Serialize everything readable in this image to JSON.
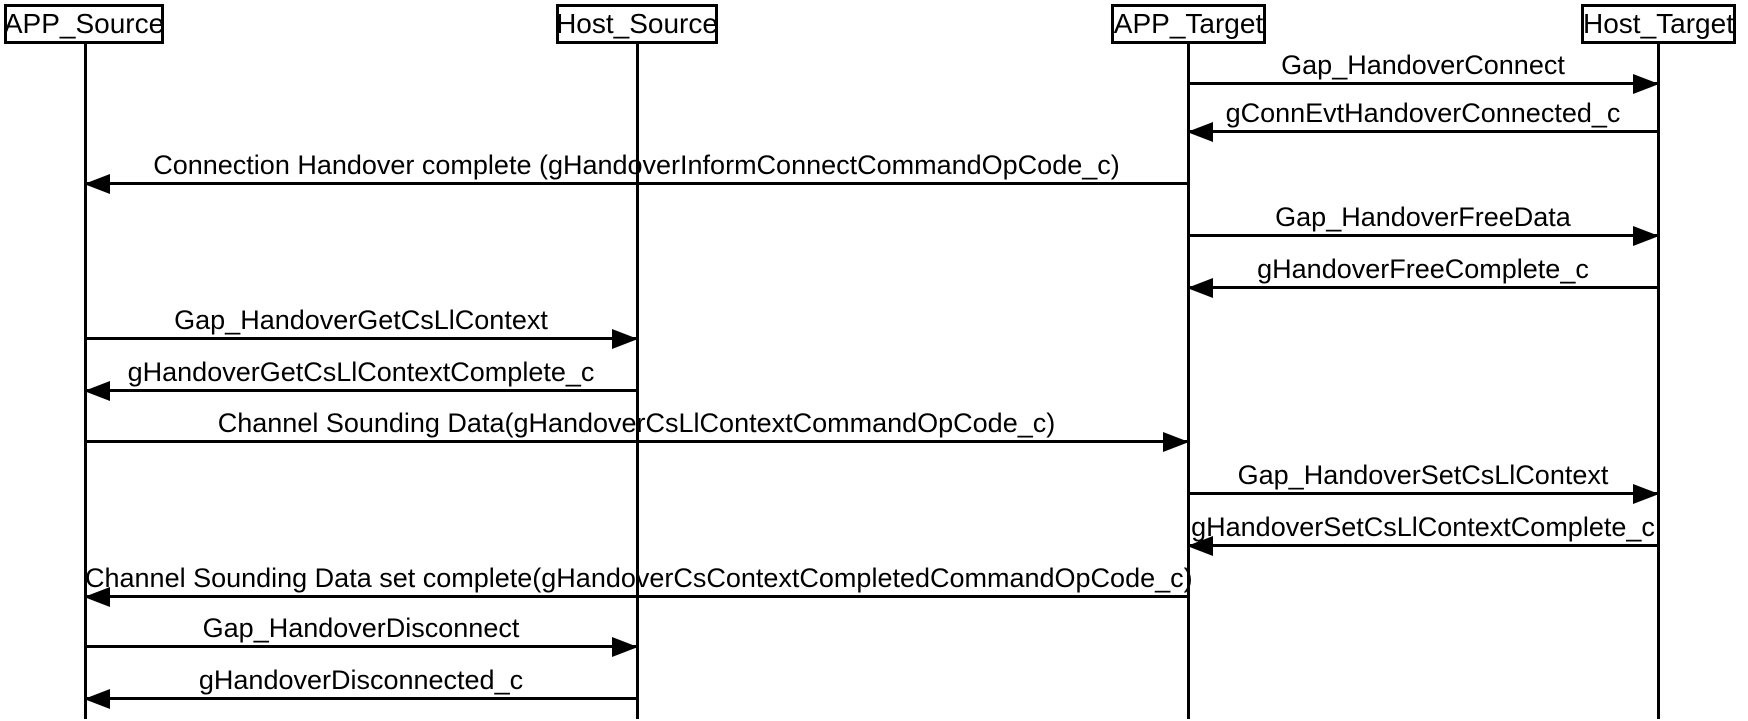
{
  "diagram": {
    "type": "sequence-diagram",
    "colors": {
      "background": "#ffffff",
      "line": "#000000",
      "text": "#000000"
    },
    "lifelines": [
      {
        "id": "app-source",
        "label": "APP_Source"
      },
      {
        "id": "host-source",
        "label": "Host_Source"
      },
      {
        "id": "app-target",
        "label": "APP_Target"
      },
      {
        "id": "host-target",
        "label": "Host_Target"
      }
    ],
    "messages": [
      {
        "from": "APP_Target",
        "to": "Host_Target",
        "label": "Gap_HandoverConnect"
      },
      {
        "from": "Host_Target",
        "to": "APP_Target",
        "label": "gConnEvtHandoverConnected_c"
      },
      {
        "from": "APP_Target",
        "to": "APP_Source",
        "label": "Connection Handover complete (gHandoverInformConnectCommandOpCode_c)"
      },
      {
        "from": "APP_Target",
        "to": "Host_Target",
        "label": "Gap_HandoverFreeData"
      },
      {
        "from": "Host_Target",
        "to": "APP_Target",
        "label": "gHandoverFreeComplete_c"
      },
      {
        "from": "APP_Source",
        "to": "Host_Source",
        "label": "Gap_HandoverGetCsLlContext"
      },
      {
        "from": "Host_Source",
        "to": "APP_Source",
        "label": "gHandoverGetCsLlContextComplete_c"
      },
      {
        "from": "APP_Source",
        "to": "APP_Target",
        "label": "Channel Sounding Data(gHandoverCsLlContextCommandOpCode_c)"
      },
      {
        "from": "APP_Target",
        "to": "Host_Target",
        "label": "Gap_HandoverSetCsLlContext"
      },
      {
        "from": "Host_Target",
        "to": "APP_Target",
        "label": "gHandoverSetCsLlContextComplete_c"
      },
      {
        "from": "APP_Target",
        "to": "APP_Source",
        "label": "Channel Sounding Data set complete(gHandoverCsContextCompletedCommandOpCode_c)"
      },
      {
        "from": "APP_Source",
        "to": "Host_Source",
        "label": "Gap_HandoverDisconnect"
      },
      {
        "from": "Host_Source",
        "to": "APP_Source",
        "label": "gHandoverDisconnected_c"
      }
    ]
  }
}
